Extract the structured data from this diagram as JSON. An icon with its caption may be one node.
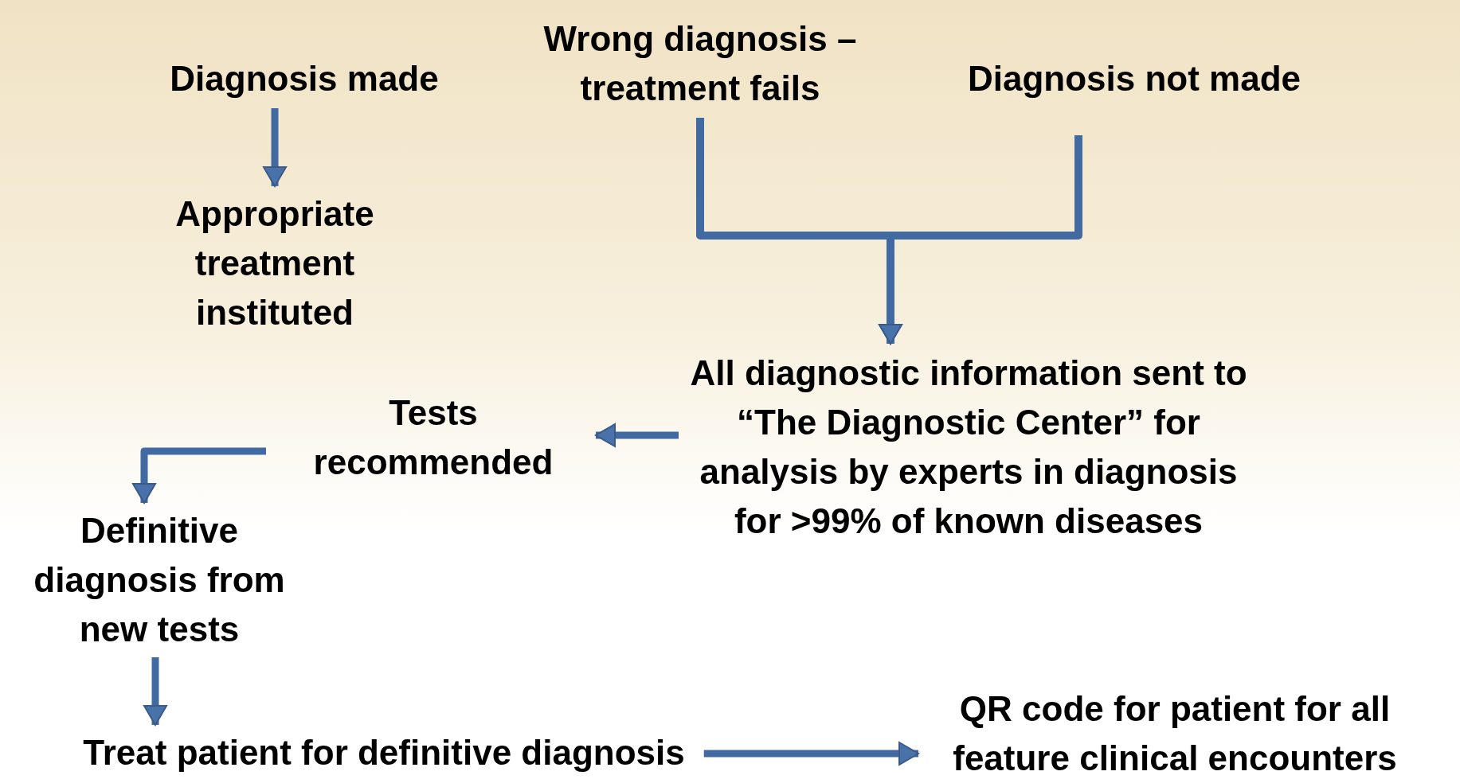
{
  "diagram": {
    "nodes": [
      {
        "text": [
          "Diagnosis made"
        ]
      },
      {
        "text": [
          "Appropriate treatment instituted"
        ]
      },
      {
        "text": [
          "Wrong diagnosis – treatment fails"
        ]
      },
      {
        "text": [
          "Diagnosis not made"
        ]
      },
      {
        "text": [
          "All diagnostic information sent to “The Diagnostic Center” for analysis by experts in diagnosis for >99% of known diseases"
        ]
      },
      {
        "text": [
          "Tests recommended"
        ]
      },
      {
        "text": [
          "Definitive diagnosis from new tests"
        ]
      },
      {
        "text": [
          "Treat patient for definitive diagnosis"
        ]
      },
      {
        "text": [
          "QR code for patient for all feature clinical encounters"
        ]
      }
    ],
    "edges": [
      {
        "from": 0,
        "to": 1,
        "arrow": "to"
      },
      {
        "from": 2,
        "to": 4,
        "arrow": "to"
      },
      {
        "from": 3,
        "to": 4,
        "arrow": "to"
      },
      {
        "from": 4,
        "to": 5,
        "arrow": "to"
      },
      {
        "from": 5,
        "to": 6,
        "arrow": "to"
      },
      {
        "from": 6,
        "to": 7,
        "arrow": "to"
      },
      {
        "from": 7,
        "to": 8,
        "arrow": "to"
      }
    ]
  }
}
